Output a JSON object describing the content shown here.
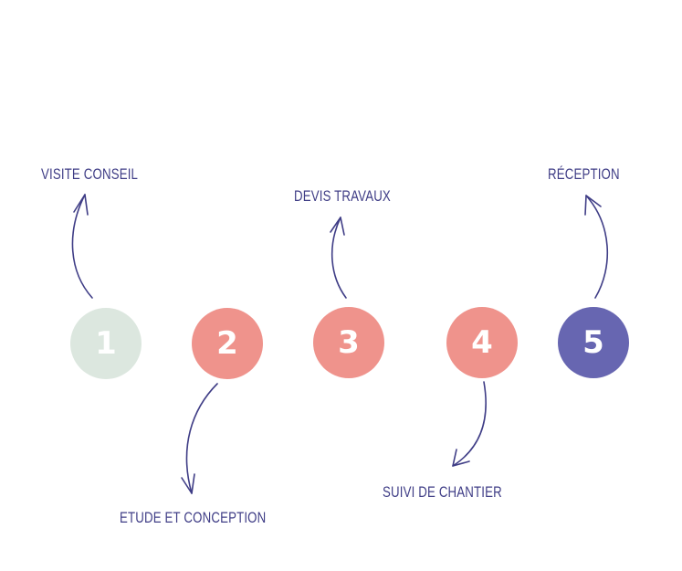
{
  "steps": [
    {
      "number": "1",
      "label": "VISITE CONSEIL",
      "color": "#dce7df"
    },
    {
      "number": "2",
      "label": "ETUDE ET CONCEPTION",
      "color": "#ef938c"
    },
    {
      "number": "3",
      "label": "DEVIS TRAVAUX",
      "color": "#ef938c"
    },
    {
      "number": "4",
      "label": "SUIVI DE CHANTIER",
      "color": "#ef938c"
    },
    {
      "number": "5",
      "label": "RÉCEPTION",
      "color": "#6766b1"
    }
  ],
  "colors": {
    "arrow": "#3f3d86",
    "label_text": "#3f3d86",
    "number_text": "#ffffff",
    "background": "#ffffff"
  }
}
